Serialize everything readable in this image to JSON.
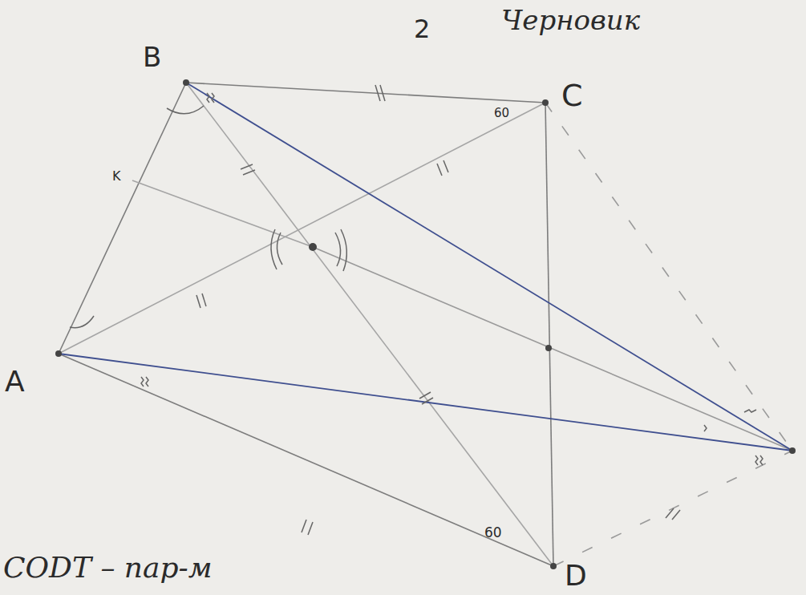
{
  "diagram": {
    "labels": [
      "Черновик",
      "B",
      "2",
      "C",
      "60",
      "K",
      "A",
      "60",
      "D",
      "CODT – пар-м"
    ]
  }
}
